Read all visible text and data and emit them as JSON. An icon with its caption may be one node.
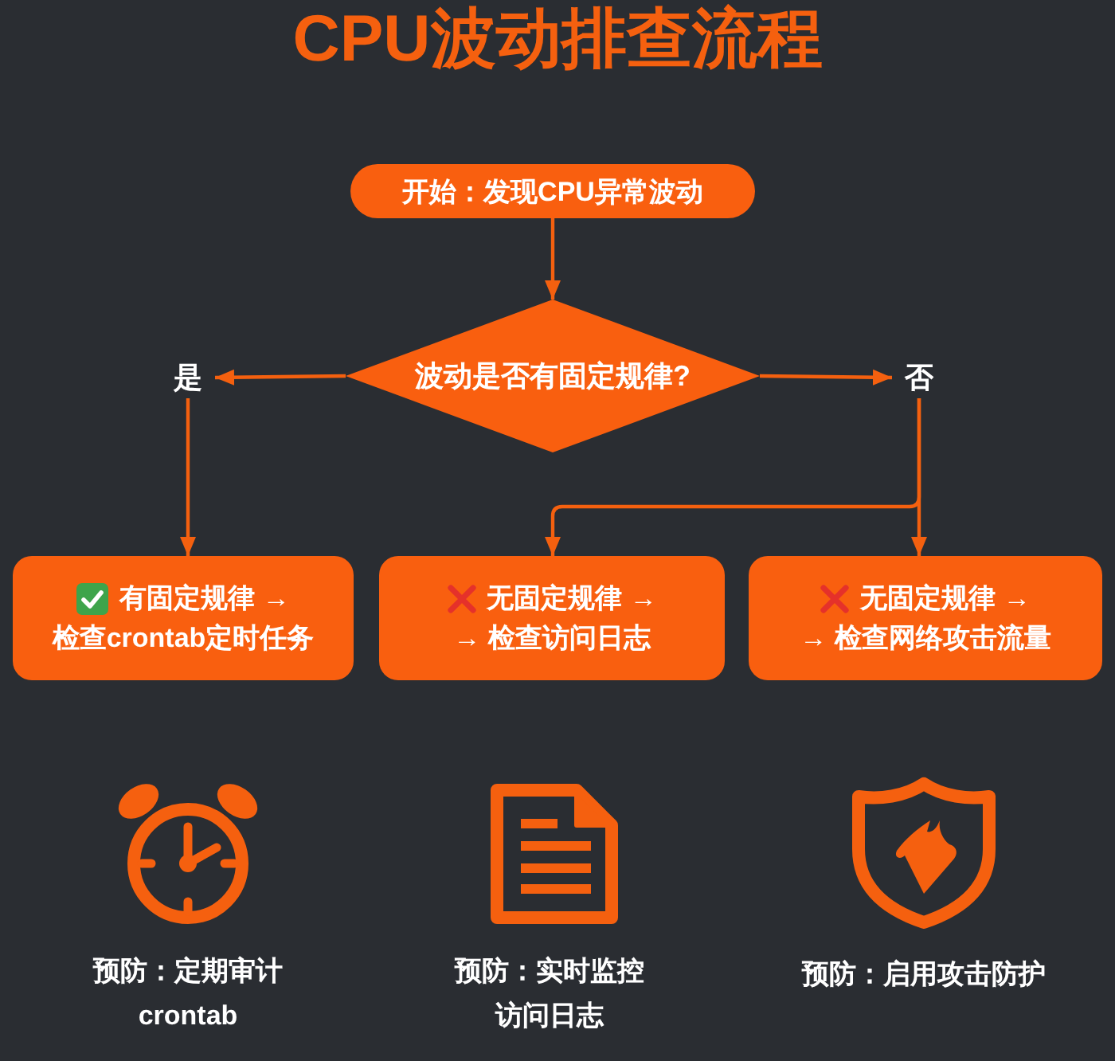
{
  "diagram": {
    "title": "CPU波动排查流程",
    "nodes": [
      {
        "text": [
          "开始：发现CPU异常波动"
        ]
      },
      {
        "text": [
          "波动是否有固定规律?"
        ]
      },
      {
        "text": [
          "是"
        ]
      },
      {
        "text": [
          "否"
        ]
      },
      {
        "text": [
          "有固定规律 →",
          "检查crontab定时任务"
        ]
      },
      {
        "text": [
          "无固定规律 →",
          "→ 检查访问日志"
        ]
      },
      {
        "text": [
          "无固定规律 →",
          "→ 检查网络攻击流量"
        ]
      }
    ],
    "edges": [
      {
        "from": 0,
        "to": 1,
        "arrow": "to"
      },
      {
        "from": 1,
        "to": 2,
        "arrow": "to"
      },
      {
        "from": 1,
        "to": 3,
        "arrow": "to"
      },
      {
        "from": 2,
        "to": 4,
        "arrow": "to"
      },
      {
        "from": 3,
        "to": 5,
        "arrow": "to"
      },
      {
        "from": 3,
        "to": 6,
        "arrow": "to"
      }
    ],
    "labels": [
      "预防：定期审计 crontab",
      "预防：实时监控访问日志",
      "预防：启用攻击防护"
    ]
  }
}
